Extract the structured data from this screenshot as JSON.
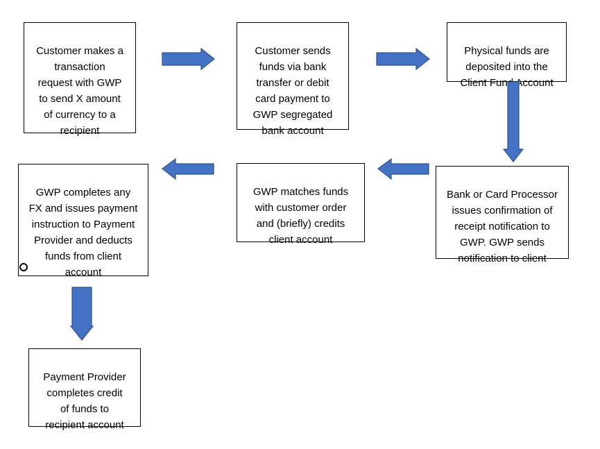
{
  "steps": [
    {
      "id": "customer-request",
      "text": "Customer makes a\ntransaction\nrequest with GWP\nto send X amount\nof currency to a\nrecipient"
    },
    {
      "id": "customer-sends-funds",
      "text": "Customer sends\nfunds via bank\ntransfer or debit\ncard payment to\nGWP segregated\nbank account"
    },
    {
      "id": "funds-deposited",
      "text": "Physical funds are\ndeposited into the\nClient Fund Account"
    },
    {
      "id": "processor-confirmation",
      "text": "Bank or Card Processor\nissues confirmation of\nreceipt notification to\nGWP. GWP sends\nnotification to client"
    },
    {
      "id": "gwp-matches-funds",
      "text": "GWP matches funds\nwith customer order\nand (briefly) credits\nclient account"
    },
    {
      "id": "gwp-completes-fx",
      "text": "GWP completes any\nFX and issues payment\ninstruction to Payment\nProvider and deducts\nfunds from client\naccount"
    },
    {
      "id": "provider-credit",
      "text": "Payment Provider\ncompletes credit\nof funds to\nrecipient account"
    }
  ],
  "style": {
    "arrow_fill": "#4472c4",
    "arrow_stroke": "#2f528f",
    "box_border": "#000000"
  }
}
